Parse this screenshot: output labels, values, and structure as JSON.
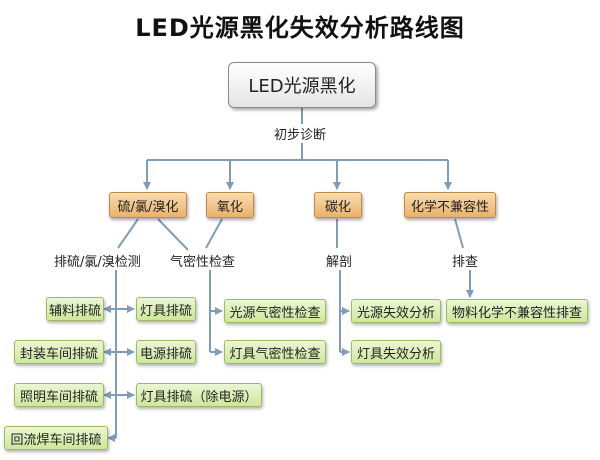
{
  "title": "LED光源黑化失效分析路线图",
  "root": "LED光源黑化",
  "stage_label": "初步诊断",
  "categories": [
    "硫/氯/溴化",
    "氧化",
    "碳化",
    "化学不兼容性"
  ],
  "methods": [
    "排硫/氯/溴检测",
    "气密性检查",
    "解剖",
    "排查"
  ],
  "left_leaves": [
    "辅料排硫",
    "封装车间排硫",
    "照明车间排硫",
    "回流焊车间排硫"
  ],
  "mid_leaves": [
    "灯具排硫",
    "电源排硫",
    "灯具排硫（除电源）"
  ],
  "oxidation_leaves": [
    "光源气密性检查",
    "灯具气密性检查"
  ],
  "carbonization_leaves": [
    "光源失效分析",
    "灯具失效分析"
  ],
  "incompat_leaves": [
    "物料化学不兼容性排查"
  ],
  "colors": {
    "line": "#7f9cb8",
    "category_fill": "#eab56f",
    "leaf_fill": "#d4e9a4",
    "root_fill": "#eeeeee"
  }
}
